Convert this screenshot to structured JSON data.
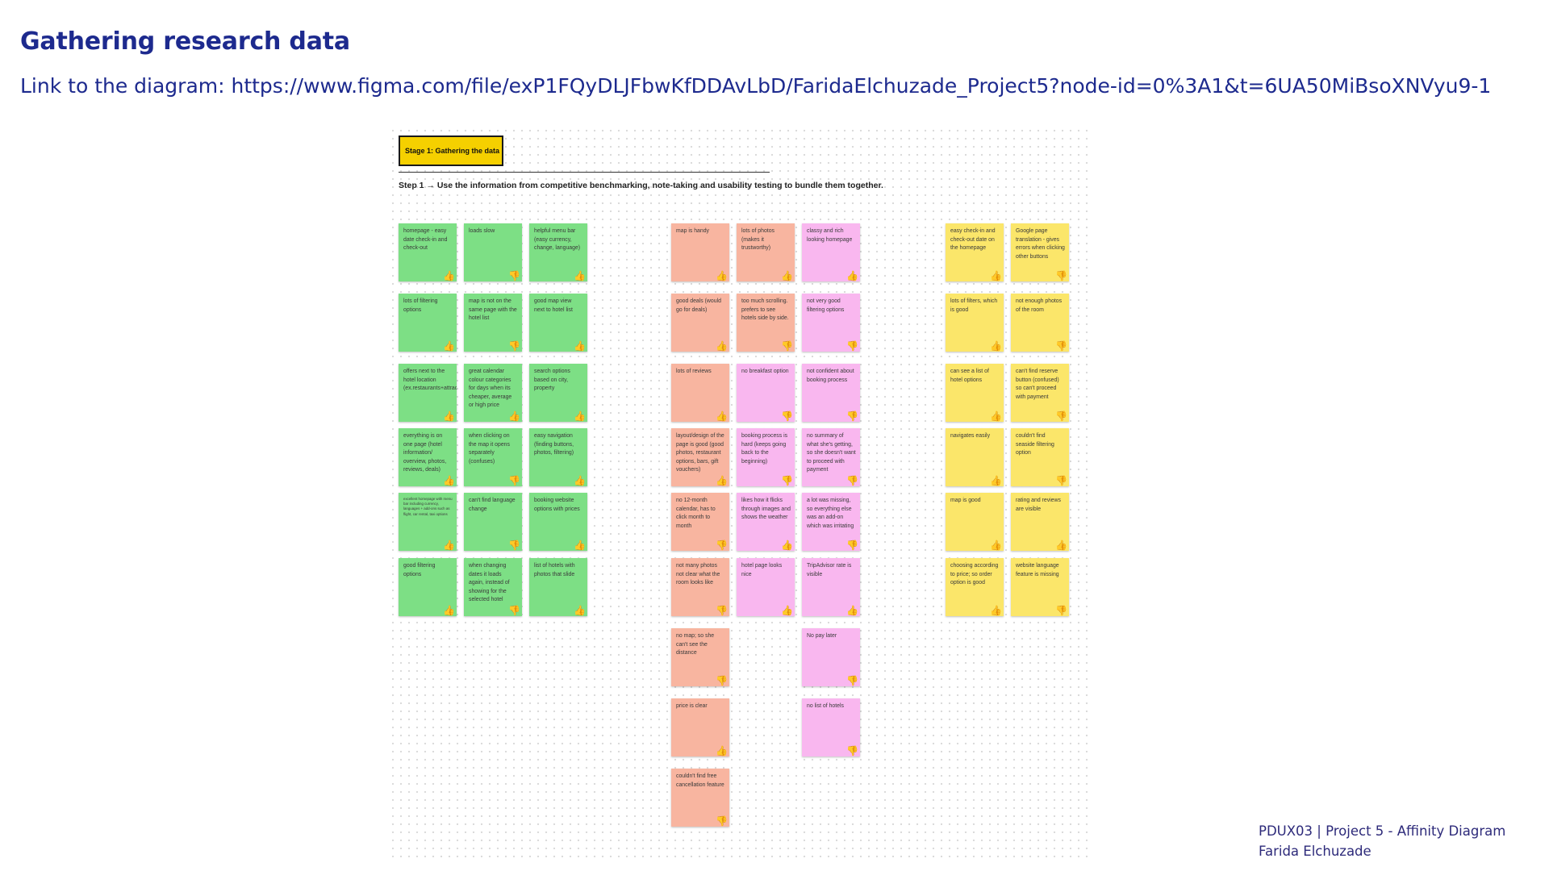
{
  "header": {
    "title": "Gathering research data",
    "link_text": "Link to the diagram: https://www.figma.com/file/exP1FQyDLJFbwKfDDAvLbD/FaridaElchuzade_Project5?node-id=0%3A1&t=6UA50MiBsoXNVyu9-1"
  },
  "board": {
    "stage_label": "Stage 1: Gathering the data",
    "step_text": "Step 1 → Use the information from competitive benchmarking, note-taking and usability testing to bundle them together.",
    "notes": [
      {
        "text": "homepage - easy date check-in and check-out",
        "color": "green",
        "reaction": "thumbs-up"
      },
      {
        "text": "loads slow",
        "color": "green",
        "reaction": "thumbs-down"
      },
      {
        "text": "helpful menu bar (easy currency, change, language)",
        "color": "green",
        "reaction": "thumbs-up"
      },
      {
        "text": "lots of filtering options",
        "color": "green",
        "reaction": "thumbs-up"
      },
      {
        "text": "map is not on the same page with the hotel list",
        "color": "green",
        "reaction": "thumbs-down"
      },
      {
        "text": "good map view next to hotel list",
        "color": "green",
        "reaction": "thumbs-up"
      },
      {
        "text": "offers next to the hotel location (ex.restaurants+attractions)",
        "color": "green",
        "reaction": "thumbs-up"
      },
      {
        "text": "great calendar colour categories for days when its cheaper, average or high price",
        "color": "green",
        "reaction": "thumbs-up"
      },
      {
        "text": "search options based on city, property",
        "color": "green",
        "reaction": "thumbs-up"
      },
      {
        "text": "everything is on one page (hotel information/ overview, photos, reviews, deals)",
        "color": "green",
        "reaction": "thumbs-up"
      },
      {
        "text": "when clicking on the map it opens separately (confuses)",
        "color": "green",
        "reaction": "thumbs-down"
      },
      {
        "text": "easy navigation (finding buttons, photos, filtering)",
        "color": "green",
        "reaction": "thumbs-up"
      },
      {
        "text": "excellent homepage with menu bar including currency, languages + add-ons such as flight, car rental, taxi options",
        "color": "green",
        "reaction": "thumbs-up"
      },
      {
        "text": "can't find language change",
        "color": "green",
        "reaction": "thumbs-down"
      },
      {
        "text": "booking website options with prices",
        "color": "green",
        "reaction": "thumbs-up"
      },
      {
        "text": "good filtering options",
        "color": "green",
        "reaction": "thumbs-up"
      },
      {
        "text": "when changing dates it loads again, instead of showing for the selected hotel",
        "color": "green",
        "reaction": "thumbs-down"
      },
      {
        "text": "list of hotels with photos that slide",
        "color": "green",
        "reaction": "thumbs-up"
      },
      {
        "text": "map is handy",
        "color": "salmon",
        "reaction": "thumbs-up"
      },
      {
        "text": "lots of photos (makes it trustworthy)",
        "color": "salmon",
        "reaction": "thumbs-up"
      },
      {
        "text": "classy and rich looking homepage",
        "color": "pink",
        "reaction": "thumbs-up"
      },
      {
        "text": "good deals (would go for deals)",
        "color": "salmon",
        "reaction": "thumbs-up"
      },
      {
        "text": "too much scrolling. prefers to see hotels side by side.",
        "color": "salmon",
        "reaction": "thumbs-down"
      },
      {
        "text": "not very good filtering options",
        "color": "pink",
        "reaction": "thumbs-down"
      },
      {
        "text": "lots of reviews",
        "color": "salmon",
        "reaction": "thumbs-up"
      },
      {
        "text": "no breakfast option",
        "color": "pink",
        "reaction": "thumbs-down"
      },
      {
        "text": "not confident about booking process",
        "color": "pink",
        "reaction": "thumbs-down"
      },
      {
        "text": "layout/design of the page is good (good photos, restaurant options, bars, gift vouchers)",
        "color": "salmon",
        "reaction": "thumbs-up"
      },
      {
        "text": "booking process is hard (keeps going back to the beginning)",
        "color": "pink",
        "reaction": "thumbs-down"
      },
      {
        "text": "no summary of what she's getting, so she doesn't want to proceed with payment",
        "color": "pink",
        "reaction": "thumbs-down"
      },
      {
        "text": "no 12-month calendar, has to click month to month",
        "color": "salmon",
        "reaction": "thumbs-down"
      },
      {
        "text": "likes how it flicks through images and shows the weather",
        "color": "pink",
        "reaction": "thumbs-up"
      },
      {
        "text": "a lot was missing, so everything else was an add-on which was irritating",
        "color": "pink",
        "reaction": "thumbs-down"
      },
      {
        "text": "not many photos not clear what the room looks like",
        "color": "salmon",
        "reaction": "thumbs-down"
      },
      {
        "text": "hotel page looks nice",
        "color": "pink",
        "reaction": "thumbs-up"
      },
      {
        "text": "TripAdvisor rate is visible",
        "color": "pink",
        "reaction": "thumbs-up"
      },
      {
        "text": "no map; so she can't see the distance",
        "color": "salmon",
        "reaction": "thumbs-down"
      },
      {
        "text": "No pay later",
        "color": "pink",
        "reaction": "thumbs-down"
      },
      {
        "text": "price is clear",
        "color": "salmon",
        "reaction": "thumbs-up"
      },
      {
        "text": "no list of hotels",
        "color": "pink",
        "reaction": "thumbs-down"
      },
      {
        "text": "couldn't find free cancellation feature",
        "color": "salmon",
        "reaction": "thumbs-down"
      },
      {
        "text": "easy check-in and check-out date on the homepage",
        "color": "yellow",
        "reaction": "thumbs-up"
      },
      {
        "text": "Google page translation - gives errors when clicking other buttons",
        "color": "yellow",
        "reaction": "thumbs-down"
      },
      {
        "text": "lots of filters, which is good",
        "color": "yellow",
        "reaction": "thumbs-up"
      },
      {
        "text": "not enough photos of the room",
        "color": "yellow",
        "reaction": "thumbs-down"
      },
      {
        "text": "can see a list of hotel options",
        "color": "yellow",
        "reaction": "thumbs-up"
      },
      {
        "text": "can't find reserve button (confused) so can't proceed with payment",
        "color": "yellow",
        "reaction": "thumbs-down"
      },
      {
        "text": "navigates easily",
        "color": "yellow",
        "reaction": "thumbs-up"
      },
      {
        "text": "couldn't find seaside filtering option",
        "color": "yellow",
        "reaction": "thumbs-down"
      },
      {
        "text": "map is good",
        "color": "yellow",
        "reaction": "thumbs-up"
      },
      {
        "text": "rating and reviews are visible",
        "color": "yellow",
        "reaction": "thumbs-up"
      },
      {
        "text": "choosing according to price; so order option is good",
        "color": "yellow",
        "reaction": "thumbs-up"
      },
      {
        "text": "website language feature is missing",
        "color": "yellow",
        "reaction": "thumbs-down"
      }
    ]
  },
  "footer": {
    "line1": "PDUX03 | Project 5 - Affinity Diagram",
    "line2": "Farida Elchuzade"
  }
}
